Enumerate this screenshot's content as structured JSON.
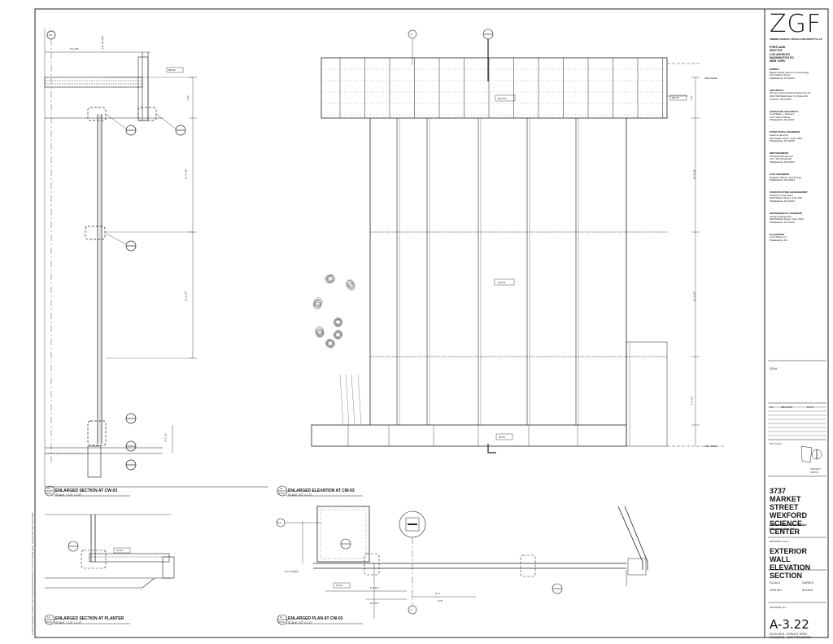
{
  "firm": {
    "logo": "ZGF",
    "name": "ZIMMER GUNSUL FRASCA ARCHITECTS LLP",
    "cities": [
      "PORTLAND",
      "SEATTLE",
      "LOS ANGELES",
      "WASHINGTON DC",
      "NEW YORK"
    ]
  },
  "consultants": [
    {
      "heading": "OWNER",
      "lines": [
        "Market Street Science & Technology",
        "3711 Market Street",
        "Philadelphia, PA 19104"
      ]
    },
    {
      "heading": "ARCHITECT",
      "lines": [
        "Zimmer Gunsul Frasca Architects LLP",
        "1223 SW Washington St, Suite 200",
        "Portland, OR 97205"
      ]
    },
    {
      "heading": "ASSOCIATE ARCHITECT",
      "lines": [
        "Cecil Baker + Partners",
        "1107 Walnut Street",
        "Philadelphia, PA 19107"
      ]
    },
    {
      "heading": "STRUCTURAL ENGINEER",
      "lines": [
        "Keast & Hood Co.",
        "400 Market Street, Suite 1250",
        "Philadelphia, PA 19106"
      ]
    },
    {
      "heading": "MEP ENGINEER",
      "lines": [
        "Vanderweil Engineers",
        "1617 JFK Boulevard",
        "Philadelphia, PA 19103"
      ]
    },
    {
      "heading": "CIVIL ENGINEER",
      "lines": [
        "Ruggiero Plante Land Design",
        "Philadelphia, PA 19103"
      ]
    },
    {
      "heading": "CONSTRUCTION MANAGEMENT",
      "lines": [
        "INTECH Construction",
        "3020 Market Street, Suite 100",
        "Philadelphia, PA 19104"
      ]
    },
    {
      "heading": "ENVIROMENTAL ENGINEER",
      "lines": [
        "Langan Engineering",
        "1818 Market Street, Suite 3300",
        "Philadelphia, PA 19103"
      ]
    },
    {
      "heading": "ELEVATORS",
      "lines": [
        "Lerch Bates Inc.",
        "Philadelphia, PA"
      ]
    }
  ],
  "seal_label": "SEAL",
  "revision_headers": [
    "NO.",
    "REVISION",
    "DATE"
  ],
  "key_plan_label": "KEY PLAN",
  "north_label": "PROJECT NORTH",
  "project": {
    "number": "3737",
    "title": [
      "MARKET STREET",
      "WEXFORD SCIENCE",
      "CENTER"
    ]
  },
  "client": [
    "Wexford Science Center",
    "Philadelphia, PA"
  ],
  "drawing_title_label": "DRAWING TITLE",
  "drawing_title": [
    "EXTERIOR WALL",
    "ELEVATION",
    "SECTION"
  ],
  "scale": {
    "label": "SCALE",
    "value": "VARIES"
  },
  "job": {
    "label": "JOB NO.",
    "value": "511402"
  },
  "drawing_no_label": "DRAWING NO.",
  "sheet_number": "A-3.22",
  "issue": [
    "09.30.2013 - STRUCT SPEC",
    "100 DD/CD - NOT FOR CONST"
  ],
  "views": [
    {
      "num": "15",
      "sheet": "A3.22",
      "title": "ENLARGED SECTION AT CW-03",
      "scale": "SCALE: 1 1/2\" = 1'-0\""
    },
    {
      "num": "13",
      "sheet": "A3.22",
      "title": "ENLARGED ELEVATION AT CW-03",
      "scale": "SCALE: 1/2\" = 1'-0\""
    },
    {
      "num": "11",
      "sheet": "A3.22",
      "title": "ENLARGED SECTION AT PLANTER",
      "scale": "SCALE: 1 1/2\" = 1'-0\""
    },
    {
      "num": "10",
      "sheet": "A3.22",
      "title": "ENLARGED PLAN AT CW-03",
      "scale": "SCALE: 1/2\" = 1'-0\""
    }
  ],
  "levels": {
    "third": "3RD LEVEL",
    "first": "1ST LEVEL"
  },
  "tags": {
    "cw": "CW-03",
    "mp": "MP-02",
    "st": "ST-01",
    "sm": "SM-17A"
  },
  "dims": {
    "d1": "5'-2 1/8\"",
    "d2": "4'-0\"",
    "d3": "12'-2 1/8\"",
    "d4": "12'-1 1/4\"",
    "d5": "6'-2 1/2\"",
    "d6": "6'-6 1/4\"",
    "d7": "5'-5 1/4\"",
    "d8": "5'-2\"",
    "d9": "TYP.",
    "fo": "F.O. GLASS",
    "fa": "F.A",
    "grid4": "4"
  },
  "margin_note": "P:\\11402-MARKET STREET WEXFORD\\DRAWINGS\\CD\\A-3.22 EXTERIOR WALL ELEVATION SECTION.DWG"
}
